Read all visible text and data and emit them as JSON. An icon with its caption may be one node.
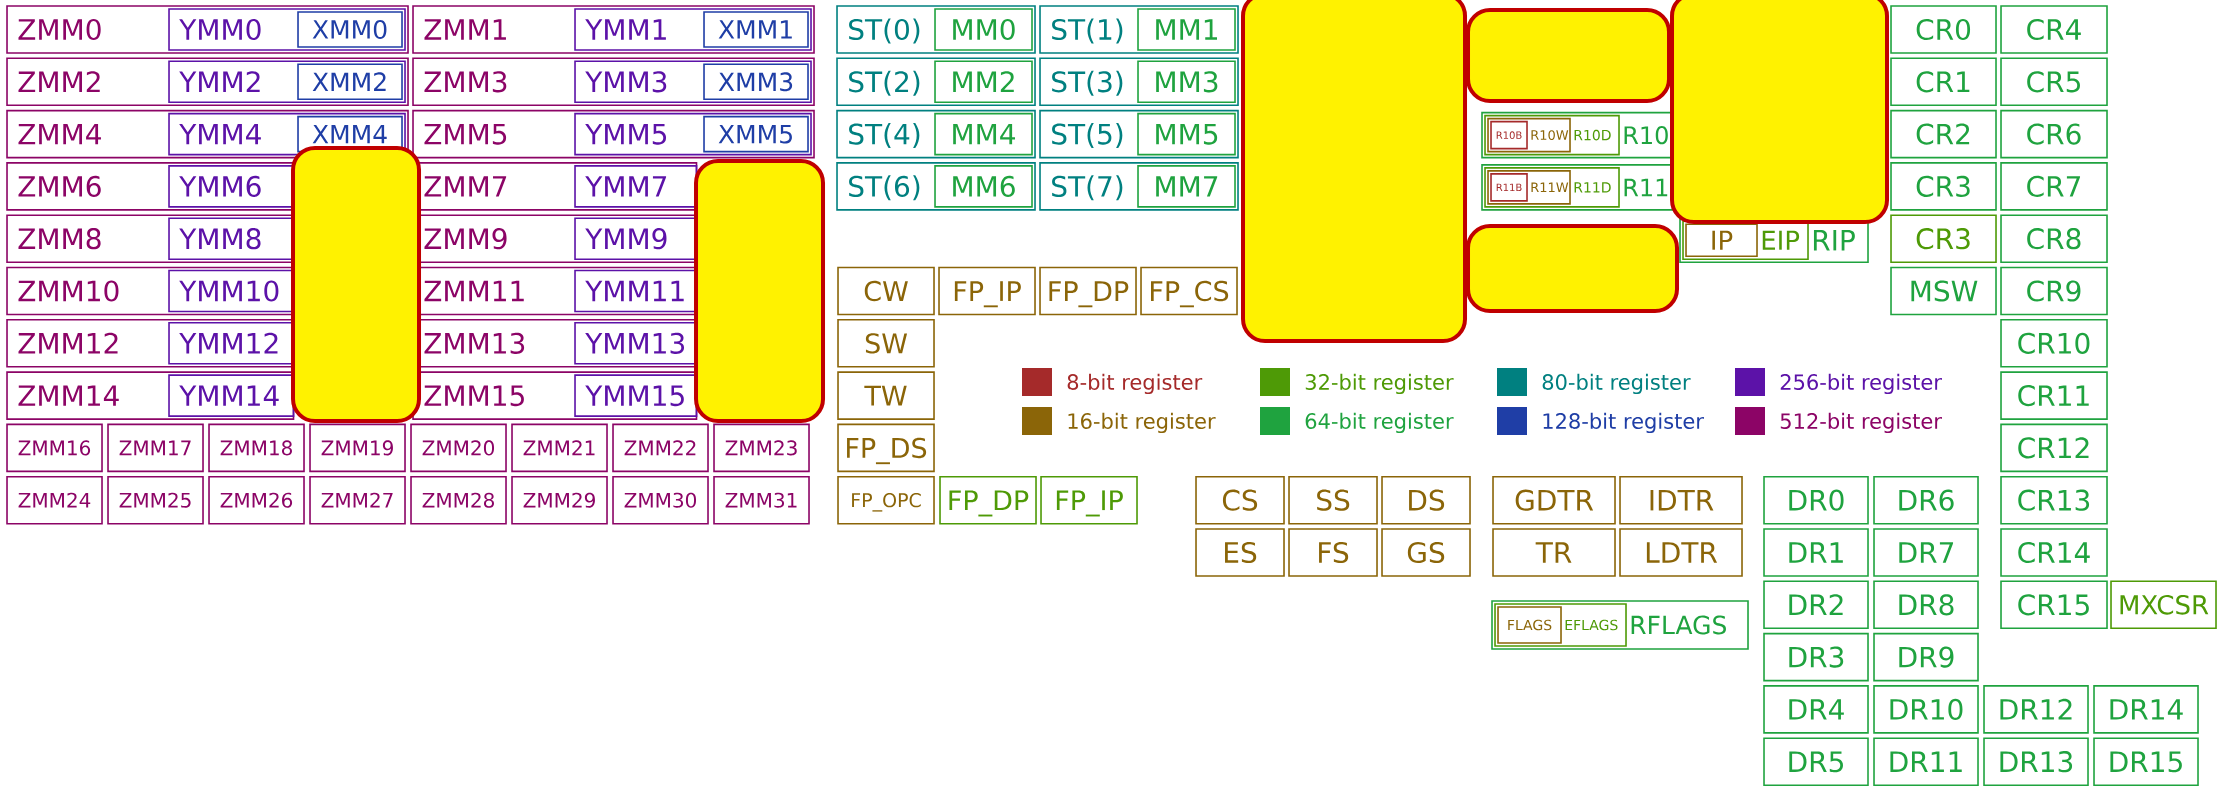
{
  "diagram": {
    "nodes": [
      {
        "text": [
          "ZMM0"
        ]
      },
      {
        "text": [
          "YMM0"
        ],
        "in": 0
      },
      {
        "text": [
          "XMM0"
        ],
        "in": 1
      },
      {
        "text": [
          "ZMM1"
        ]
      },
      {
        "text": [
          "YMM1"
        ],
        "in": 3
      },
      {
        "text": [
          "XMM1"
        ],
        "in": 4
      },
      {
        "text": [
          "ZMM2"
        ]
      },
      {
        "text": [
          "YMM2"
        ],
        "in": 6
      },
      {
        "text": [
          "XMM2"
        ],
        "in": 7
      },
      {
        "text": [
          "ZMM3"
        ]
      },
      {
        "text": [
          "YMM3"
        ],
        "in": 9
      },
      {
        "text": [
          "XMM3"
        ],
        "in": 10
      },
      {
        "text": [
          "ZMM4"
        ]
      },
      {
        "text": [
          "YMM4"
        ],
        "in": 12
      },
      {
        "text": [
          "XMM4"
        ],
        "in": 13
      },
      {
        "text": [
          "ZMM5"
        ]
      },
      {
        "text": [
          "YMM5"
        ],
        "in": 15
      },
      {
        "text": [
          "XMM5"
        ],
        "in": 16
      },
      {
        "text": [
          "ZMM6"
        ]
      },
      {
        "text": [
          "YMM6"
        ],
        "in": 18
      },
      {
        "text": [
          "ZMM7"
        ]
      },
      {
        "text": [
          "YMM7"
        ],
        "in": 20
      },
      {
        "text": [
          "ZMM8"
        ]
      },
      {
        "text": [
          "YMM8"
        ],
        "in": 22
      },
      {
        "text": [
          "ZMM9"
        ]
      },
      {
        "text": [
          "YMM9"
        ],
        "in": 24
      },
      {
        "text": [
          "ZMM10"
        ]
      },
      {
        "text": [
          "YMM10"
        ],
        "in": 26
      },
      {
        "text": [
          "ZMM11"
        ]
      },
      {
        "text": [
          "YMM11"
        ],
        "in": 28
      },
      {
        "text": [
          "ZMM12"
        ]
      },
      {
        "text": [
          "YMM12"
        ],
        "in": 30
      },
      {
        "text": [
          "ZMM13"
        ]
      },
      {
        "text": [
          "YMM13"
        ],
        "in": 32
      },
      {
        "text": [
          "ZMM14"
        ]
      },
      {
        "text": [
          "YMM14"
        ],
        "in": 34
      },
      {
        "text": [
          "ZMM15"
        ]
      },
      {
        "text": [
          "YMM15"
        ],
        "in": 36
      },
      {
        "text": [
          "ZMM16"
        ]
      },
      {
        "text": [
          "ZMM17"
        ]
      },
      {
        "text": [
          "ZMM18"
        ]
      },
      {
        "text": [
          "ZMM19"
        ]
      },
      {
        "text": [
          "ZMM20"
        ]
      },
      {
        "text": [
          "ZMM21"
        ]
      },
      {
        "text": [
          "ZMM22"
        ]
      },
      {
        "text": [
          "ZMM23"
        ]
      },
      {
        "text": [
          "ZMM24"
        ]
      },
      {
        "text": [
          "ZMM25"
        ]
      },
      {
        "text": [
          "ZMM26"
        ]
      },
      {
        "text": [
          "ZMM27"
        ]
      },
      {
        "text": [
          "ZMM28"
        ]
      },
      {
        "text": [
          "ZMM29"
        ]
      },
      {
        "text": [
          "ZMM30"
        ]
      },
      {
        "text": [
          "ZMM31"
        ]
      },
      {
        "text": [
          "ST(0)"
        ]
      },
      {
        "text": [
          "MM0"
        ],
        "in": 54
      },
      {
        "text": [
          "ST(1)"
        ]
      },
      {
        "text": [
          "MM1"
        ],
        "in": 56
      },
      {
        "text": [
          "ST(2)"
        ]
      },
      {
        "text": [
          "MM2"
        ],
        "in": 58
      },
      {
        "text": [
          "ST(3)"
        ]
      },
      {
        "text": [
          "MM3"
        ],
        "in": 60
      },
      {
        "text": [
          "ST(4)"
        ]
      },
      {
        "text": [
          "MM4"
        ],
        "in": 62
      },
      {
        "text": [
          "ST(5)"
        ]
      },
      {
        "text": [
          "MM5"
        ],
        "in": 64
      },
      {
        "text": [
          "ST(6)"
        ]
      },
      {
        "text": [
          "MM6"
        ],
        "in": 66
      },
      {
        "text": [
          "ST(7)"
        ]
      },
      {
        "text": [
          "MM7"
        ],
        "in": 68
      },
      {
        "text": [
          "CW"
        ]
      },
      {
        "text": [
          "FP_IP"
        ]
      },
      {
        "text": [
          "FP_DP"
        ]
      },
      {
        "text": [
          "FP_CS"
        ]
      },
      {
        "text": [
          "SW"
        ]
      },
      {
        "text": [
          "TW"
        ]
      },
      {
        "text": [
          "FP_DS"
        ]
      },
      {
        "text": [
          "FP_OPC"
        ]
      },
      {
        "text": [
          "FP_DP"
        ]
      },
      {
        "text": [
          "FP_IP"
        ]
      },
      {
        "text": [
          "R10"
        ]
      },
      {
        "text": [
          "R10D"
        ],
        "in": 80
      },
      {
        "text": [
          "R10W"
        ],
        "in": 81
      },
      {
        "text": [
          "R10B"
        ],
        "in": 82
      },
      {
        "text": [
          "R11"
        ]
      },
      {
        "text": [
          "R11D"
        ],
        "in": 84
      },
      {
        "text": [
          "R11W"
        ],
        "in": 85
      },
      {
        "text": [
          "R11B"
        ],
        "in": 86
      },
      {
        "text": [
          "RIP"
        ]
      },
      {
        "text": [
          "EIP"
        ],
        "in": 88
      },
      {
        "text": [
          "IP"
        ],
        "in": 89
      },
      {
        "text": [
          "CR0"
        ]
      },
      {
        "text": [
          "CR4"
        ]
      },
      {
        "text": [
          "CR1"
        ]
      },
      {
        "text": [
          "CR5"
        ]
      },
      {
        "text": [
          "CR2"
        ]
      },
      {
        "text": [
          "CR6"
        ]
      },
      {
        "text": [
          "CR3"
        ]
      },
      {
        "text": [
          "CR7"
        ]
      },
      {
        "text": [
          "CR3"
        ]
      },
      {
        "text": [
          "CR8"
        ]
      },
      {
        "text": [
          "MSW"
        ]
      },
      {
        "text": [
          "CR9"
        ]
      },
      {
        "text": [
          "CR10"
        ]
      },
      {
        "text": [
          "CR11"
        ]
      },
      {
        "text": [
          "CR12"
        ]
      },
      {
        "text": [
          "CR13"
        ]
      },
      {
        "text": [
          "CR14"
        ]
      },
      {
        "text": [
          "CR15"
        ]
      },
      {
        "text": [
          "MXCSR"
        ]
      },
      {
        "text": [
          "CS"
        ]
      },
      {
        "text": [
          "SS"
        ]
      },
      {
        "text": [
          "DS"
        ]
      },
      {
        "text": [
          "GDTR"
        ]
      },
      {
        "text": [
          "IDTR"
        ]
      },
      {
        "text": [
          "ES"
        ]
      },
      {
        "text": [
          "FS"
        ]
      },
      {
        "text": [
          "GS"
        ]
      },
      {
        "text": [
          "TR"
        ]
      },
      {
        "text": [
          "LDTR"
        ]
      },
      {
        "text": [
          "RFLAGS"
        ]
      },
      {
        "text": [
          "EFLAGS"
        ],
        "in": 120
      },
      {
        "text": [
          "FLAGS"
        ],
        "in": 121
      },
      {
        "text": [
          "DR0"
        ]
      },
      {
        "text": [
          "DR6"
        ]
      },
      {
        "text": [
          "DR1"
        ]
      },
      {
        "text": [
          "DR7"
        ]
      },
      {
        "text": [
          "DR2"
        ]
      },
      {
        "text": [
          "DR8"
        ]
      },
      {
        "text": [
          "DR3"
        ]
      },
      {
        "text": [
          "DR9"
        ]
      },
      {
        "text": [
          "DR4"
        ]
      },
      {
        "text": [
          "DR10"
        ]
      },
      {
        "text": [
          "DR12"
        ]
      },
      {
        "text": [
          "DR14"
        ]
      },
      {
        "text": [
          "DR5"
        ]
      },
      {
        "text": [
          "DR11"
        ]
      },
      {
        "text": [
          "DR13"
        ]
      },
      {
        "text": [
          "DR15"
        ]
      },
      {
        "text": [],
        "shape": "box"
      },
      {
        "text": [],
        "shape": "box"
      },
      {
        "text": [],
        "shape": "box"
      },
      {
        "text": [],
        "shape": "box"
      },
      {
        "text": [],
        "shape": "box"
      },
      {
        "text": [],
        "shape": "box"
      }
    ],
    "legend": [
      {
        "text": "8-bit register",
        "color": "#a52a2a"
      },
      {
        "text": "16-bit register",
        "color": "#8b6508"
      },
      {
        "text": "32-bit register",
        "color": "#4e9a06"
      },
      {
        "text": "64-bit register",
        "color": "#1fa33f"
      },
      {
        "text": "80-bit register",
        "color": "#008080"
      },
      {
        "text": "128-bit register",
        "color": "#1f3ea6"
      },
      {
        "text": "256-bit register",
        "color": "#5c12a8"
      },
      {
        "text": "512-bit register",
        "color": "#8c0466"
      }
    ]
  }
}
